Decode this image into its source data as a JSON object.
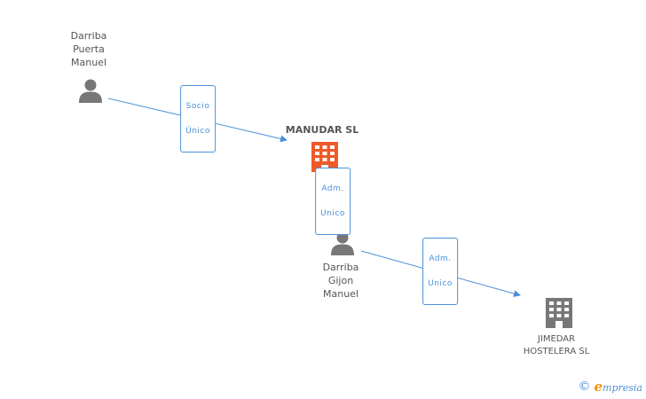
{
  "colors": {
    "edge": "#4a90d9",
    "person": "#777777",
    "main_company": "#f05a28",
    "company": "#777777"
  },
  "nodes": {
    "person_top": {
      "label": "Darriba\nPuerta\nManuel",
      "icon": "person-icon"
    },
    "main_company": {
      "label": "MANUDAR SL",
      "icon": "building-icon"
    },
    "person_mid": {
      "label": "Darriba\nGijon\nManuel",
      "icon": "person-icon"
    },
    "company_right": {
      "label": "JIMEDAR\nHOSTELERA SL",
      "icon": "building-icon"
    }
  },
  "edges": {
    "e1": {
      "line1": "Socio",
      "line2": "Único"
    },
    "e2": {
      "line1": "Adm.",
      "line2": "Unico"
    },
    "e3": {
      "line1": "Adm.",
      "line2": "Unico"
    }
  },
  "footer": {
    "copyright": "©",
    "brand_initial": "e",
    "brand_rest": "mpresia"
  }
}
